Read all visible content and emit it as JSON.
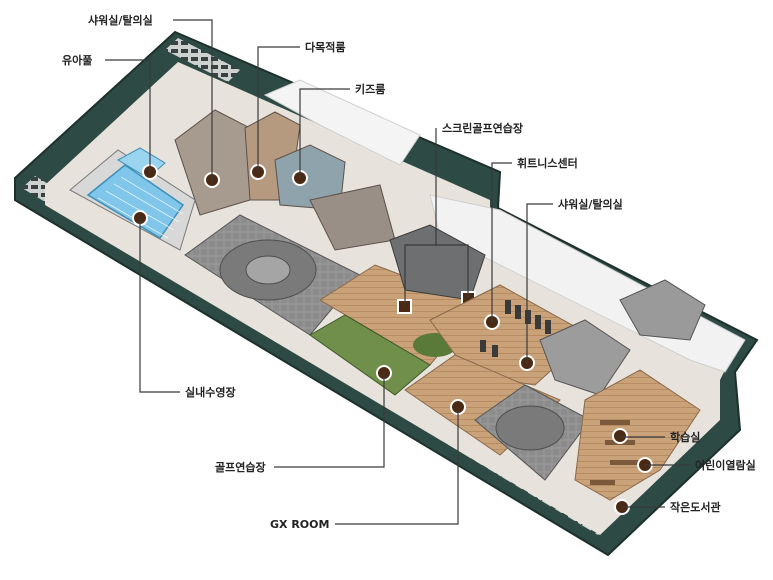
{
  "labels": {
    "shower_left": "샤워실/탈의실",
    "multipurpose": "다목적룸",
    "toddler_pool": "유아풀",
    "kids_room": "키즈룸",
    "screen_golf": "스크린골프연습장",
    "fitness": "휘트니스센터",
    "shower_right": "샤워실/탈의실",
    "indoor_pool": "실내수영장",
    "study_room": "학습실",
    "children_reading": "어린이열람실",
    "golf_practice": "골프연습장",
    "small_library": "작은도서관",
    "gx_room": "GX ROOM"
  },
  "colors": {
    "outer_wall": "#2d4a44",
    "floor_grey": "#8a8a8a",
    "wood_floor": "#c9a27a",
    "pool_water": "#7fc6ea",
    "lawn": "#6f8f4a",
    "marker": "#4a2a14"
  }
}
